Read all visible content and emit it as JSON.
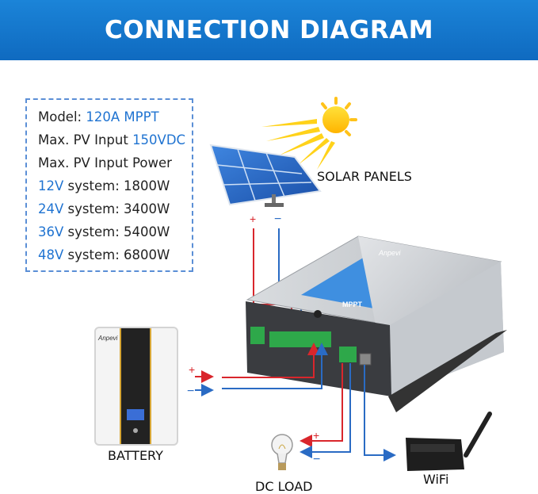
{
  "header": {
    "title": "CONNECTION DIAGRAM"
  },
  "specs": {
    "model_label": "Model:",
    "model_value": "120A MPPT",
    "pv_input_label": "Max. PV Input",
    "pv_input_value": "150VDC",
    "pv_power_label": "Max. PV Input Power",
    "rows": [
      {
        "voltage": "12V",
        "text": "system: 1800W"
      },
      {
        "voltage": "24V",
        "text": "system: 3400W"
      },
      {
        "voltage": "36V",
        "text": "system: 5400W"
      },
      {
        "voltage": "48V",
        "text": "system: 6800W"
      }
    ]
  },
  "labels": {
    "solar": "SOLAR PANELS",
    "battery": "BATTERY",
    "dc_load": "DC LOAD",
    "wifi": "WiFi",
    "plus": "+",
    "minus": "−"
  },
  "brand": "Anpevi",
  "controller_text": "MPPT",
  "colors": {
    "header": "#1479d0",
    "accent_blue": "#1f73d1",
    "positive_wire": "#d9262c",
    "negative_wire": "#2a6bc4"
  },
  "icons": [
    "sun-icon",
    "solar-panel-icon",
    "battery-icon",
    "light-bulb-icon",
    "wifi-module-icon",
    "charge-controller-icon"
  ]
}
